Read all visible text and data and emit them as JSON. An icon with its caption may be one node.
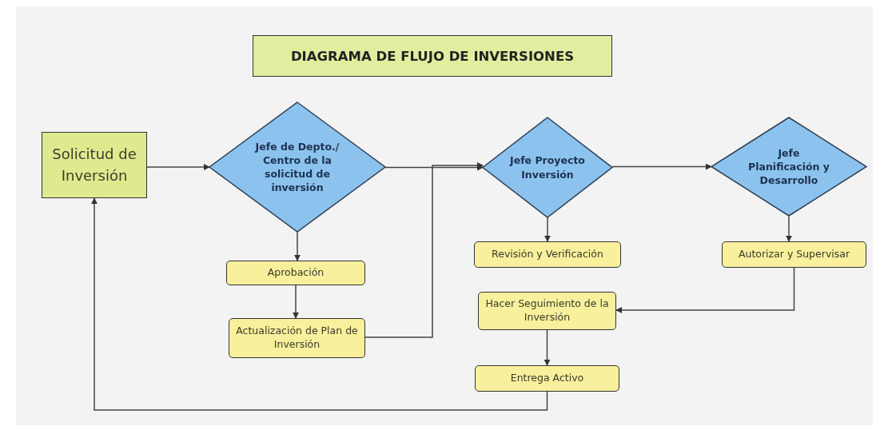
{
  "diagram": {
    "title": "DIAGRAMA DE FLUJO DE INVERSIONES",
    "nodes": [
      {
        "text": [
          "Solicitud de Inversión"
        ]
      },
      {
        "text": [
          "Jefe de Depto./ Centro de la solicitud de inversión"
        ]
      },
      {
        "text": [
          "Aprobación"
        ]
      },
      {
        "text": [
          "Actualización de Plan de Inversión"
        ]
      },
      {
        "text": [
          "Jefe Proyecto Inversión"
        ]
      },
      {
        "text": [
          "Revisión y Verificación"
        ]
      },
      {
        "text": [
          "Jefe Planificación y Desarrollo"
        ]
      },
      {
        "text": [
          "Autorizar y Supervisar"
        ]
      },
      {
        "text": [
          "Hacer Seguimiento de la Inversión"
        ]
      },
      {
        "text": [
          "Entrega Activo"
        ]
      }
    ],
    "edges": [
      {
        "from": 0,
        "to": 1,
        "arrow": "to"
      },
      {
        "from": 1,
        "to": 2,
        "arrow": "to"
      },
      {
        "from": 2,
        "to": 3,
        "arrow": "to"
      },
      {
        "from": 3,
        "to": 4,
        "arrow": "to"
      },
      {
        "from": 1,
        "to": 4,
        "arrow": "to"
      },
      {
        "from": 4,
        "to": 5,
        "arrow": "to"
      },
      {
        "from": 4,
        "to": 6,
        "arrow": "to"
      },
      {
        "from": 6,
        "to": 7,
        "arrow": "to"
      },
      {
        "from": 7,
        "to": 8,
        "arrow": "to"
      },
      {
        "from": 8,
        "to": 9,
        "arrow": "to"
      },
      {
        "from": 9,
        "to": 0,
        "arrow": "to"
      }
    ]
  }
}
